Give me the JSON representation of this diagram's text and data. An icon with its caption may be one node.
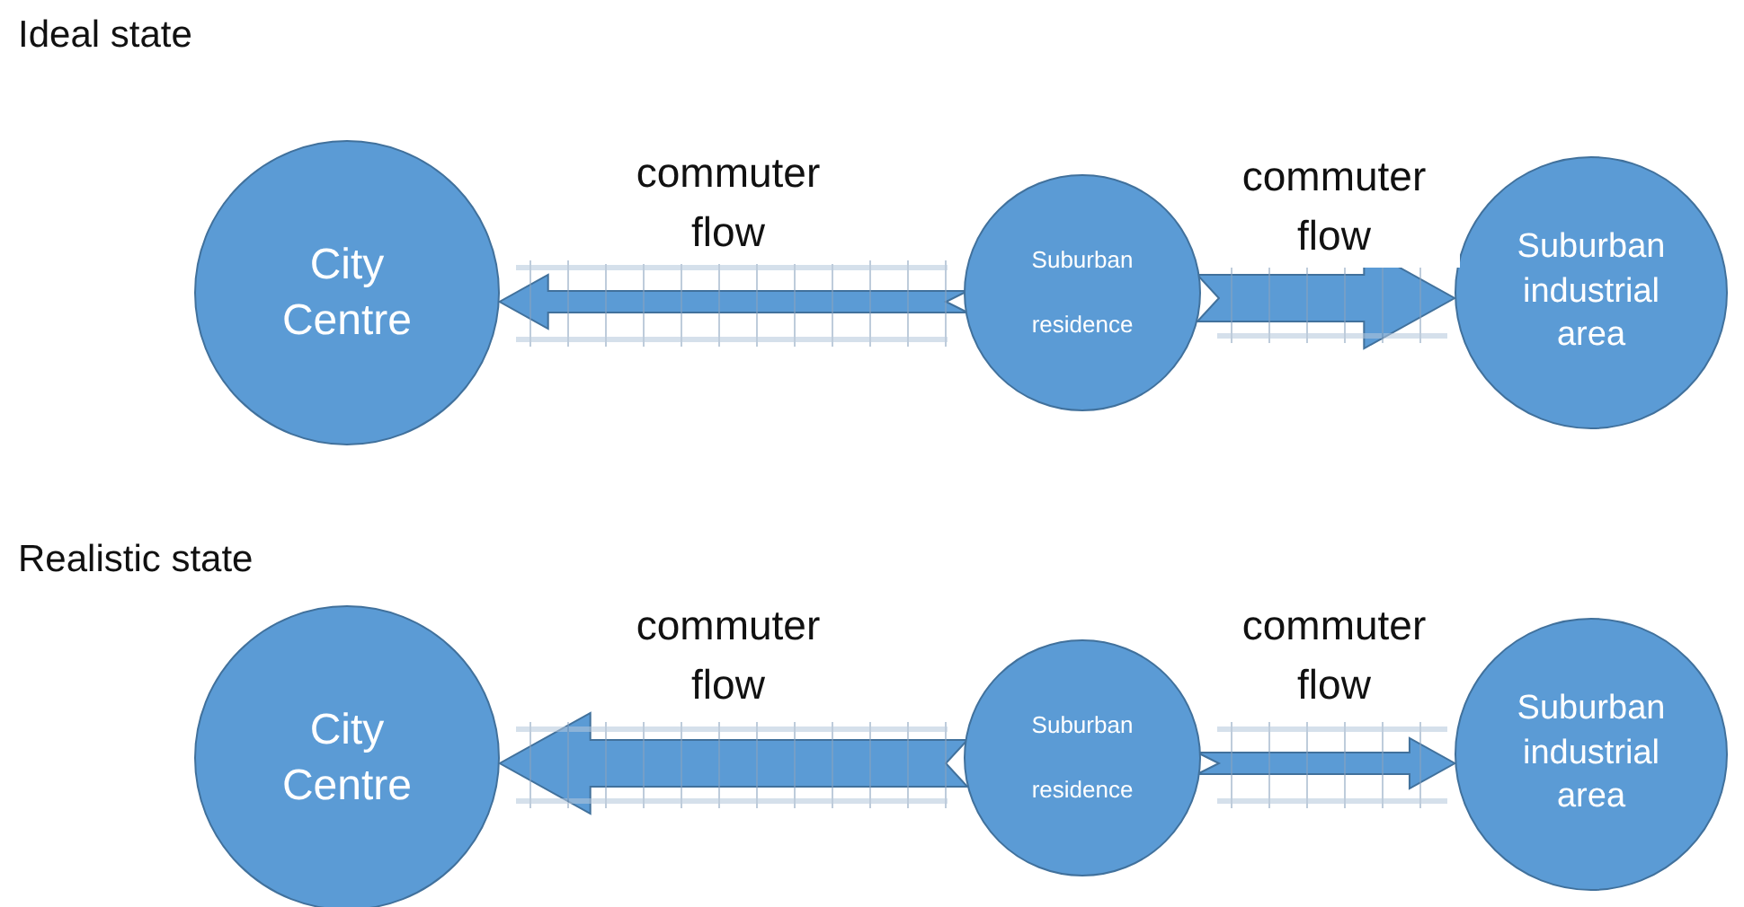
{
  "diagram": {
    "nodes": [
      {
        "text": [
          "City Centre"
        ]
      },
      {
        "text": [
          "Suburban residence"
        ]
      },
      {
        "text": [
          "Suburban industrial area"
        ]
      },
      {
        "text": [
          "City Centre"
        ]
      },
      {
        "text": [
          "Suburban residence"
        ]
      },
      {
        "text": [
          "Suburban industrial area"
        ]
      }
    ],
    "edges": [
      {
        "from": 1,
        "to": 0,
        "arrow": "to",
        "label": "commuter flow"
      },
      {
        "from": 1,
        "to": 2,
        "arrow": "to",
        "label": "commuter flow",
        "style": "thick"
      },
      {
        "from": 4,
        "to": 3,
        "arrow": "to",
        "label": "commuter flow",
        "style": "thick"
      },
      {
        "from": 4,
        "to": 5,
        "arrow": "to",
        "label": "commuter flow"
      }
    ],
    "labels": [
      "Ideal state",
      "Realistic state"
    ]
  }
}
